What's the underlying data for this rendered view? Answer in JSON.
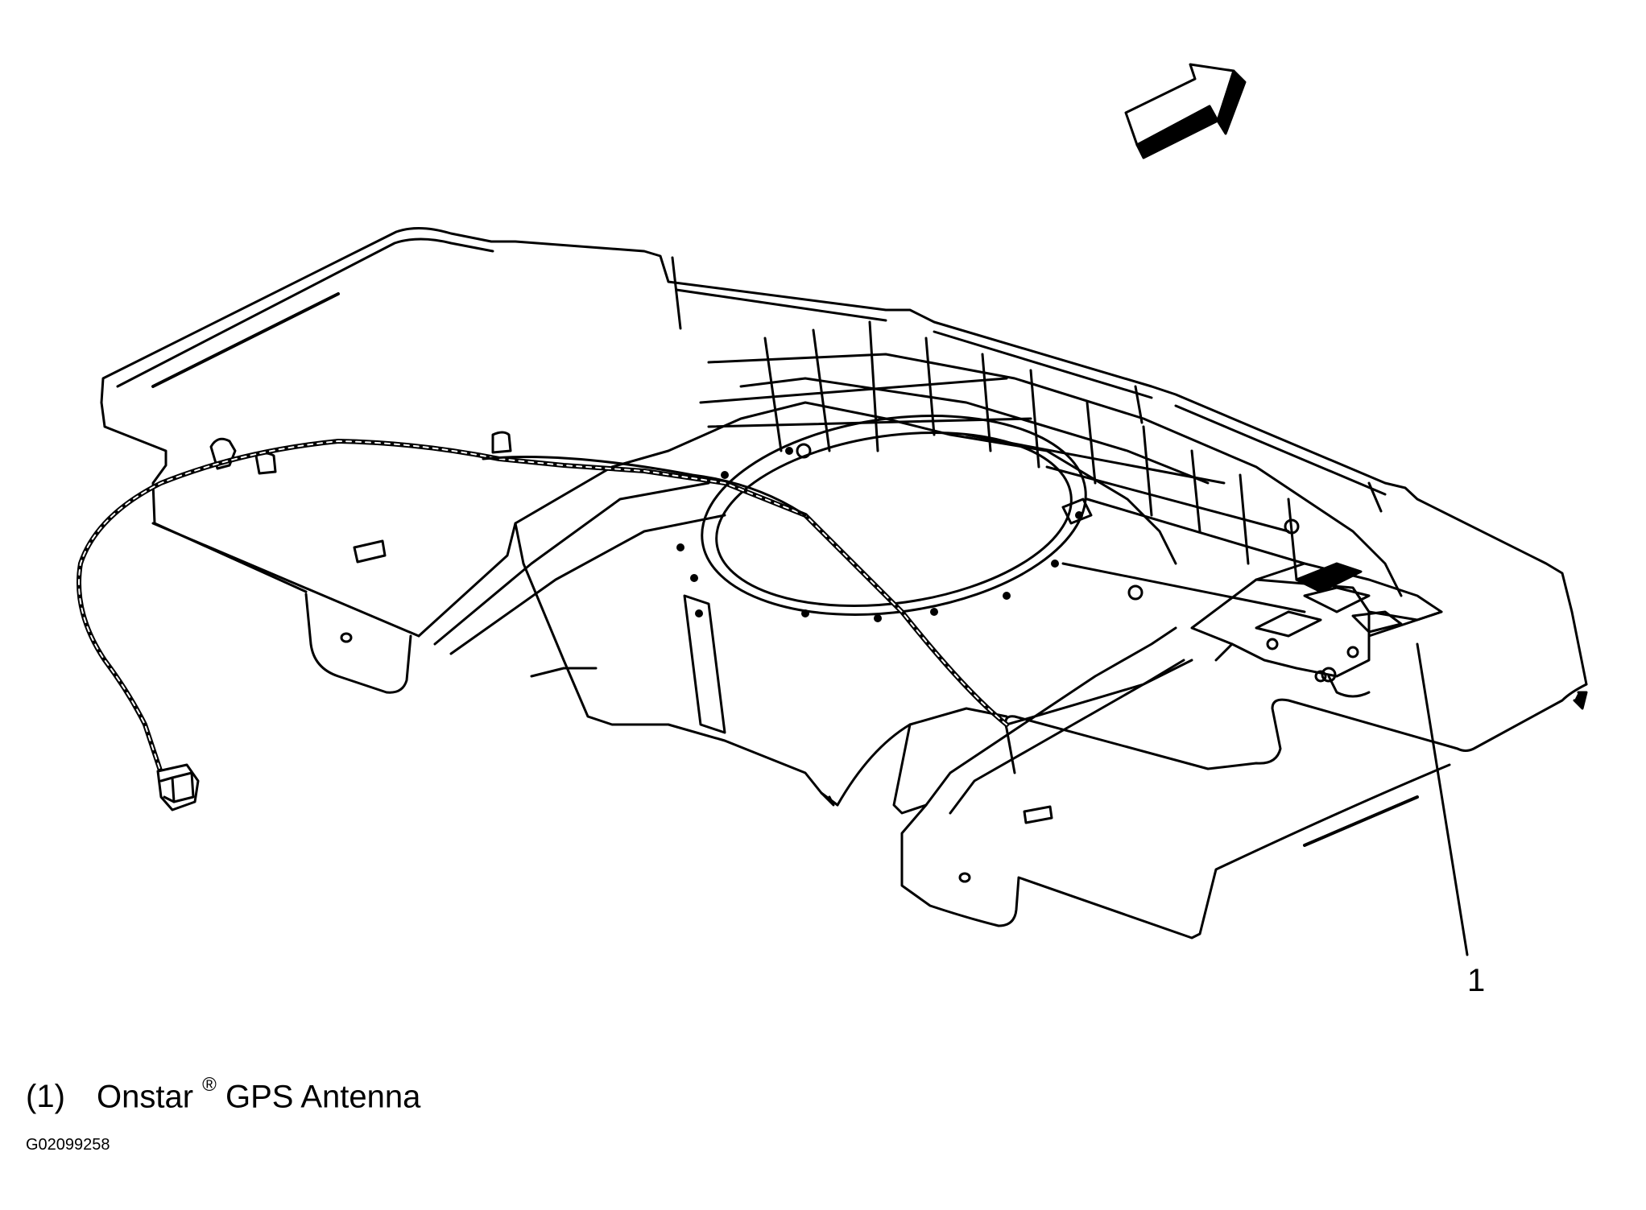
{
  "figure": {
    "callout": "1",
    "legend": {
      "ref": "(1)",
      "name_part1": "Onstar",
      "symbol": "®",
      "name_part2": "GPS Antenna"
    },
    "figure_id": "G02099258"
  },
  "colors": {
    "line": "#000000",
    "background": "#ffffff"
  }
}
